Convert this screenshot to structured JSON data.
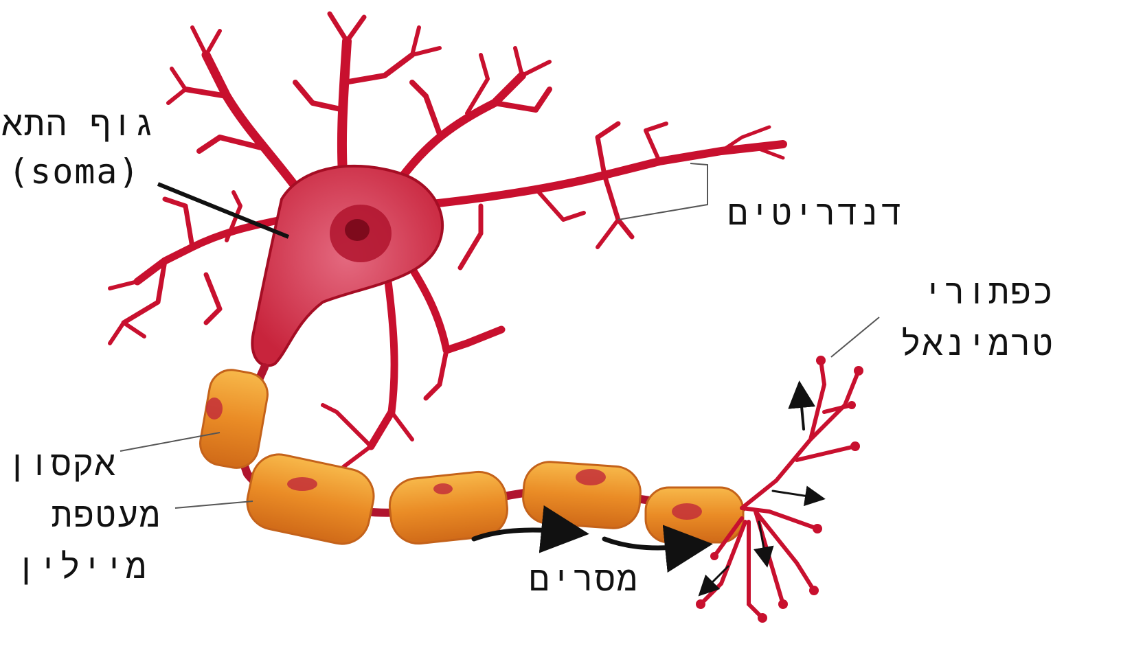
{
  "labels": {
    "soma_he": "גוף התא",
    "soma_en": "(soma)",
    "dendrites": "דנדריטים",
    "terminal_line1": "כפתורי",
    "terminal_line2": "טרמינאל",
    "axon": "אקסון",
    "myelin_line1": "מעטפת",
    "myelin_line2": "מיילין",
    "signal": "מסרים"
  },
  "colors": {
    "neuron": "#c8102e",
    "neuron_dark": "#8e0a1e",
    "soma_fill": "#d94660",
    "myelin": "#f0a030",
    "myelin_dark": "#cc6a12",
    "leader": "#555555",
    "arrow": "#111111"
  }
}
